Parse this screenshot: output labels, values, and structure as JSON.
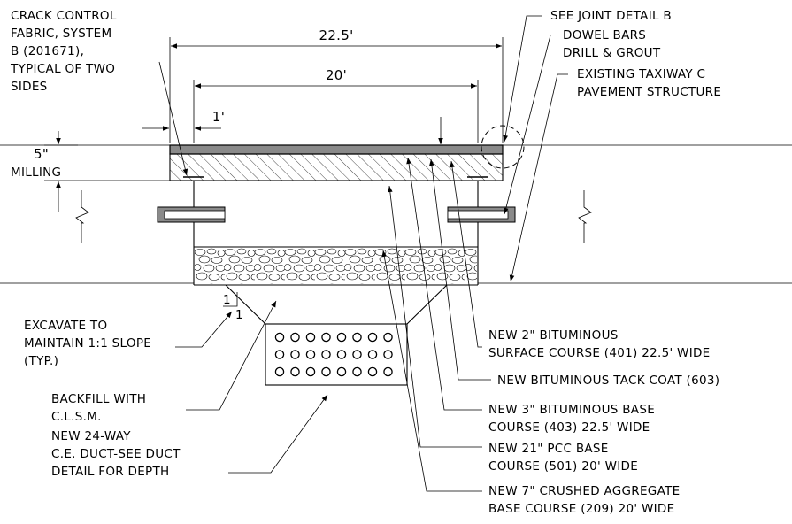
{
  "dimensions": {
    "overall_width": "22.5'",
    "pcc_width": "20'",
    "edge_offset": "1'",
    "milling_depth": "5\"",
    "milling_label": "MILLING"
  },
  "slope": {
    "rise": "1",
    "run": "1"
  },
  "callouts_left": {
    "crack_control": [
      "CRACK CONTROL",
      "FABRIC, SYSTEM",
      "B (201671),",
      "TYPICAL OF TWO",
      "SIDES"
    ],
    "excavate": [
      "EXCAVATE TO",
      "MAINTAIN 1:1 SLOPE",
      "(TYP.)"
    ],
    "backfill": [
      "BACKFILL WITH",
      "C.L.S.M."
    ],
    "duct": [
      "NEW 24-WAY",
      "C.E. DUCT-SEE DUCT",
      "DETAIL FOR DEPTH"
    ]
  },
  "callouts_right": {
    "joint": [
      "SEE JOINT DETAIL B"
    ],
    "dowel": [
      "DOWEL BARS",
      "DRILL & GROUT"
    ],
    "existing": [
      "EXISTING TAXIWAY C",
      "PAVEMENT STRUCTURE"
    ],
    "surface": [
      "NEW 2\" BITUMINOUS",
      "SURFACE COURSE (401) 22.5' WIDE"
    ],
    "tack": [
      "NEW BITUMINOUS TACK COAT (603)"
    ],
    "base3": [
      "NEW 3\" BITUMINOUS BASE",
      "COURSE (403) 22.5' WIDE"
    ],
    "pcc": [
      "NEW 21\" PCC BASE",
      "COURSE (501) 20' WIDE"
    ],
    "aggregate": [
      "NEW 7\" CRUSHED AGGREGATE",
      "BASE COURSE (209) 20' WIDE"
    ]
  }
}
